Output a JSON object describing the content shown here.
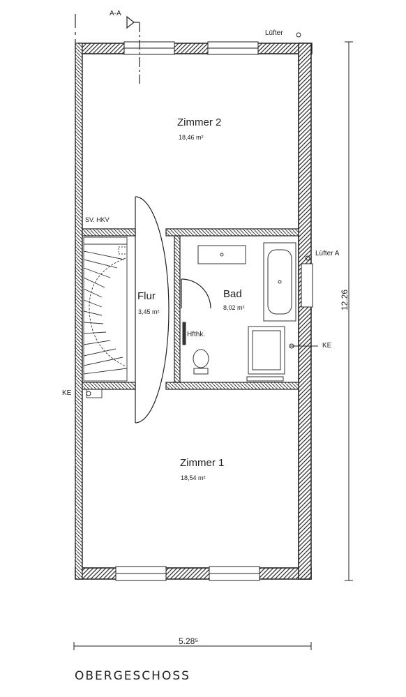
{
  "section": {
    "label": "A-A"
  },
  "vents": {
    "top": "Lüfter",
    "bath": "Lüfter A"
  },
  "rooms": {
    "zimmer2": {
      "name": "Zimmer 2",
      "area": "18,46 m²"
    },
    "flur": {
      "name": "Flur",
      "area": "3,45 m²"
    },
    "bad": {
      "name": "Bad",
      "area": "8,02 m²"
    },
    "zimmer1": {
      "name": "Zimmer 1",
      "area": "18,54 m²"
    }
  },
  "annotations": {
    "hfthk": "Hfthk.",
    "ke_right": "KE",
    "ke_left": "KE",
    "stair_note": "SV. HKV"
  },
  "dimensions": {
    "height": "12.26",
    "width": "5.28⁵"
  },
  "plan_title": "OBERGESCHOSS"
}
